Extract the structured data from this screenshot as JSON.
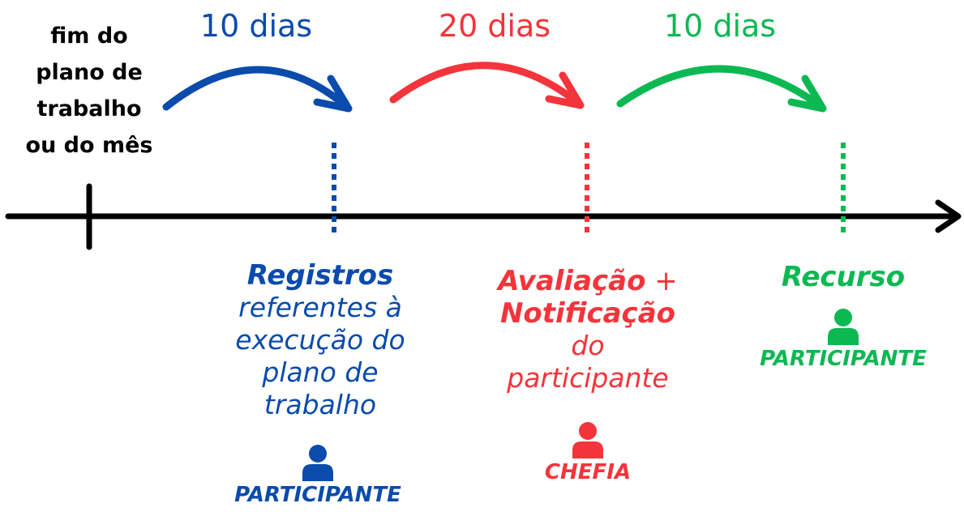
{
  "colors": {
    "blue": "#0a4bac",
    "red": "#f4343b",
    "green": "#0cb852",
    "black": "#000000"
  },
  "start": {
    "lines": [
      "fim do",
      "plano de",
      "trabalho",
      "ou do mês"
    ]
  },
  "phases": [
    {
      "duration": "10  dias",
      "color": "blue",
      "title": "Registros",
      "description_lines": [
        "referentes à",
        "execução do",
        "plano de",
        "trabalho"
      ],
      "role_icon": "person-icon",
      "role": "PARTICIPANTE"
    },
    {
      "duration": "20  dias",
      "color": "red",
      "title_lines": [
        "Avaliação",
        "Notificação"
      ],
      "title_suffix": " +",
      "description_lines": [
        "do",
        "participante"
      ],
      "role_icon": "person-icon",
      "role": "CHEFIA"
    },
    {
      "duration": "10  dias",
      "color": "green",
      "title": "Recurso",
      "role_icon": "person-icon",
      "role": "PARTICIPANTE"
    }
  ]
}
